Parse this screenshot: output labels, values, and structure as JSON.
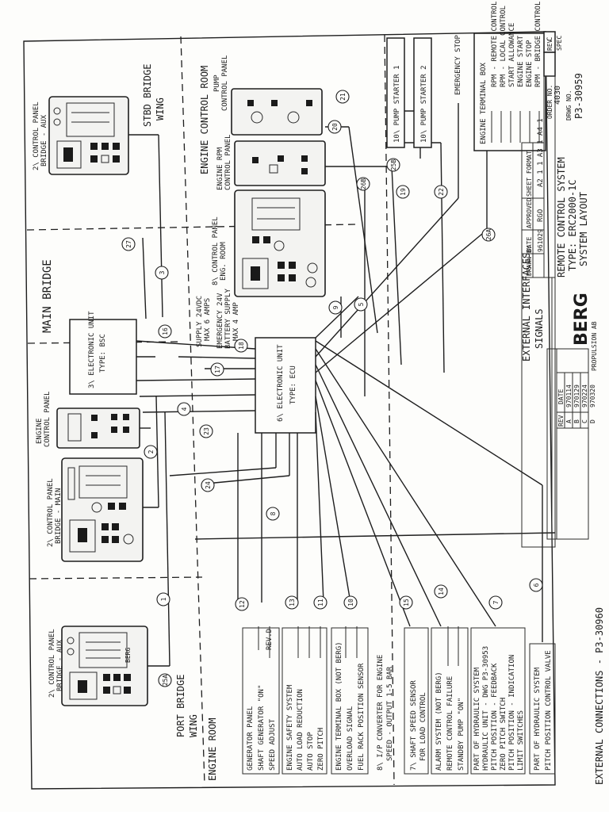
{
  "title_block": {
    "brand": "BERG",
    "company_sub": "PROPULSION AB",
    "title_line1": "REMOTE CONTROL SYSTEM",
    "title_line2": "TYPE: ERC2000-1C",
    "title_line3": "SYSTEM LAYOUT",
    "drawn_by_label": "DRAWN BY",
    "date_label": "DATE",
    "date_value": "961029",
    "approved_label": "APPROVED",
    "approved_value": "RGO",
    "sheet_label": "SHEET FORMAT",
    "format_values": "A2  1  1  A3  1  A4  1",
    "order_label": "ORDER NO.",
    "order_no": "4030",
    "drwg_label": "DRWG NO.",
    "drwg_no": "P3-30959",
    "rev_label": "REV",
    "rev_value": "C",
    "spec_label": "SPEC"
  },
  "revisions": {
    "rev_header": "REV",
    "date_header": "DATE",
    "rows": [
      {
        "rev": "A",
        "date": "970114"
      },
      {
        "rev": "B",
        "date": "970129"
      },
      {
        "rev": "C",
        "date": "970224"
      },
      {
        "rev": "D",
        "date": "970320"
      }
    ]
  },
  "footer": {
    "external_connections": "EXTERNAL CONNECTIONS - P3-30960",
    "external_interfaces_line1": "EXTERNAL INTERFACES",
    "external_interfaces_line2": "SIGNALS"
  },
  "areas": {
    "port_bridge_wing": [
      "PORT BRIDGE",
      "WING"
    ],
    "stbd_bridge_wing": [
      "STBD BRIDGE",
      "WING"
    ],
    "main_bridge": "MAIN BRIDGE",
    "engine_room": "ENGINE ROOM",
    "engine_control_room": "ENGINE CONTROL ROOM"
  },
  "units": {
    "port_aux_panel": [
      "2\\ CONTROL PANEL",
      "BRIDGE - AUX"
    ],
    "stbd_aux_panel": [
      "2\\ CONTROL PANEL",
      "BRIDGE - AUX"
    ],
    "main_panel": [
      "2\\ CONTROL PANEL",
      "BRIDGE - MAIN"
    ],
    "engine_panel": [
      "ENGINE",
      "CONTROL PANEL"
    ],
    "electronic_bsc": [
      "3\\ ELECTRONIC UNIT",
      "TYPE: BSC"
    ],
    "electronic_ecu": [
      "6\\ ELECTRONIC UNIT",
      "TYPE: ECU"
    ],
    "ecr_panel": [
      "8\\ CONTROL PANEL",
      "ENG. ROOM"
    ],
    "rpm_panel": [
      "ENGINE RPM",
      "CONTROL PANEL"
    ],
    "pump_panel": [
      "PUMP",
      "CONTROL PANEL"
    ],
    "panel_brand": "BERG"
  },
  "supply": {
    "supply_24": [
      "SUPPLY 24VDC",
      "MAX 6 AMPS"
    ],
    "battery_24": [
      "EMERGENCY 24V",
      "BATTERY SUPPLY",
      "MAX 4 AMP"
    ]
  },
  "pump_starters": [
    "10\\ PUMP STARTER 1",
    "10\\ PUMP STARTER 2"
  ],
  "emergency_stop": "EMERGENCY STOP",
  "terminal_box": {
    "title": "ENGINE TERMINAL BOX",
    "items": [
      "RPM - REMOTE CONTROL",
      "RPM - LOCAL CONTROL",
      "START ALLOWANCE",
      "ENGINE START",
      "ENGINE STOP",
      "RPM - BRIDGE CONTROL"
    ]
  },
  "interfaces": {
    "generator": [
      "GENERATOR PANEL",
      "SHAFT GENERATOR \"ON\"",
      "SPEED ADJUST"
    ],
    "safety": [
      "ENGINE SAFETY SYSTEM",
      "AUTO LOAD REDUCTION",
      "AUTO STOP",
      "ZERO PITCH"
    ],
    "terminal": [
      "ENGINE TERMINAL BOX (NOT BERG)",
      "OVERLOAD SIGNAL",
      "FUEL RACK POSITION SENSOR"
    ],
    "converter": [
      "8\\ I/P CONVERTER FOR ENGINE",
      "SPEED - OUTPUT 1-5 BAR"
    ],
    "shaft_speed": [
      "7\\ SHAFT SPEED SENSOR",
      "FOR LOAD CONTROL"
    ],
    "alarm": [
      "ALARM SYSTEM (NOT BERG)",
      "REMOTE CONTROL FAILURE",
      "STANDBY PUMP \"ON\""
    ],
    "hydraulic": [
      "PART OF HYDRAULIC SYSTEM",
      "HYDRAULIC UNIT - DWG P3-30953",
      "PITCH POSITION - FEEDBACK",
      "ZERO PITCH SWITCH",
      "PITCH POSITION - INDICATION",
      "LIMIT SWITCHES"
    ],
    "pitch_valve": [
      "PART OF HYDRAULIC SYSTEM",
      "PITCH POSITION CONTROL VALVE"
    ],
    "rev_mark": "REV.D"
  },
  "bubbles": [
    "1",
    "2",
    "3",
    "4",
    "5",
    "6",
    "7",
    "8",
    "9",
    "10",
    "11",
    "12",
    "13",
    "14",
    "15",
    "16",
    "17",
    "18",
    "19",
    "20",
    "21",
    "22",
    "23",
    "24",
    "25A",
    "25B",
    "26A",
    "26B",
    "27"
  ]
}
